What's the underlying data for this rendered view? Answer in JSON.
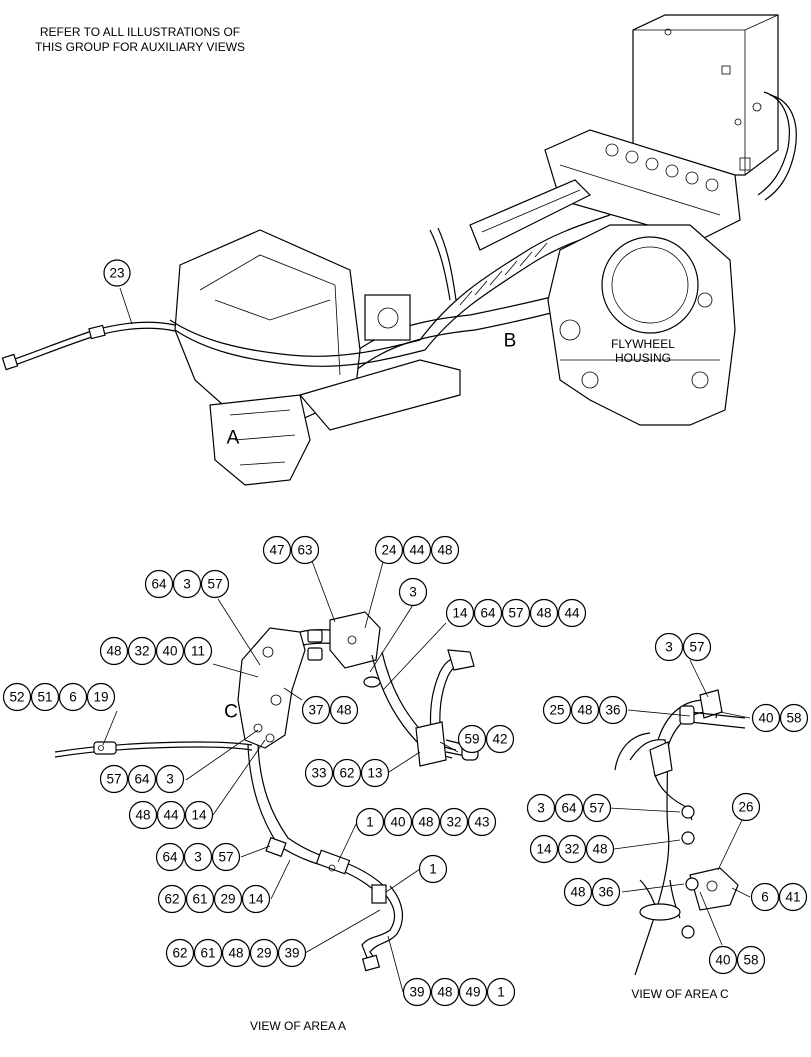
{
  "header_note": {
    "line1": "REFER TO ALL ILLUSTRATIONS OF",
    "line2": "THIS GROUP FOR AUXILIARY VIEWS"
  },
  "overview": {
    "area_a_letter": "A",
    "area_b_letter": "B",
    "flywheel_line1": "FLYWHEEL",
    "flywheel_line2": "HOUSING",
    "callout_23": "23"
  },
  "view_a": {
    "caption": "VIEW OF AREA  A",
    "area_c_letter": "C",
    "groups": [
      [
        "47",
        "63"
      ],
      [
        "24",
        "44",
        "48"
      ],
      [
        "64",
        "3",
        "57"
      ],
      [
        "3"
      ],
      [
        "14",
        "64",
        "57",
        "48",
        "44"
      ],
      [
        "48",
        "32",
        "40",
        "11"
      ],
      [
        "52",
        "51",
        "6",
        "19"
      ],
      [
        "37",
        "48"
      ],
      [
        "59",
        "42"
      ],
      [
        "57",
        "64",
        "3"
      ],
      [
        "33",
        "62",
        "13"
      ],
      [
        "48",
        "44",
        "14"
      ],
      [
        "1",
        "40",
        "48",
        "32",
        "43"
      ],
      [
        "64",
        "3",
        "57"
      ],
      [
        "1"
      ],
      [
        "62",
        "61",
        "29",
        "14"
      ],
      [
        "62",
        "61",
        "48",
        "29",
        "39"
      ],
      [
        "39",
        "48",
        "49",
        "1"
      ]
    ]
  },
  "view_c": {
    "caption": "VIEW OF AREA  C",
    "groups": [
      [
        "3",
        "57"
      ],
      [
        "25",
        "48",
        "36"
      ],
      [
        "40",
        "58"
      ],
      [
        "26"
      ],
      [
        "3",
        "64",
        "57"
      ],
      [
        "14",
        "32",
        "48"
      ],
      [
        "48",
        "36"
      ],
      [
        "6",
        "41"
      ],
      [
        "40",
        "58"
      ]
    ]
  }
}
